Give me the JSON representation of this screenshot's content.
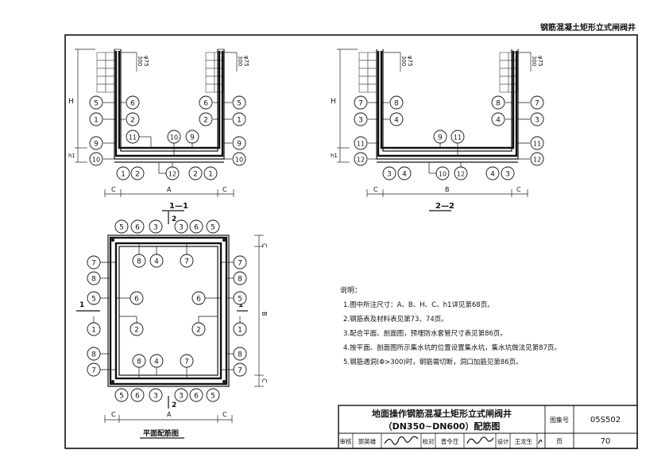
{
  "header": {
    "top_title": "钢筋混凝土矩形立式闸阀井"
  },
  "section_1": {
    "label": "1—1",
    "dims": {
      "height": "H",
      "base": "h1",
      "width_a": "A",
      "side_c": "C",
      "pipe_300": "300",
      "pipe_phi75": "φ75"
    },
    "callouts_left": [
      "5",
      "1",
      "9",
      "10"
    ],
    "callouts_inner_left": [
      "6",
      "2"
    ],
    "callouts_inner_right": [
      "6",
      "2"
    ],
    "callouts_right": [
      "5",
      "1",
      "9",
      "10"
    ],
    "callouts_top": [
      "11",
      "10",
      "9"
    ],
    "callouts_bottom": [
      "1",
      "2",
      "12",
      "2",
      "1"
    ]
  },
  "section_2": {
    "label": "2—2",
    "dims": {
      "height": "H",
      "base": "h1",
      "width_b": "B",
      "side_c": "C",
      "pipe_300": "300",
      "pipe_phi75": "φ75"
    },
    "callouts_left": [
      "7",
      "3",
      "11",
      "12"
    ],
    "callouts_inner_left": [
      "8",
      "4"
    ],
    "callouts_inner_right": [
      "8",
      "4"
    ],
    "callouts_right": [
      "7",
      "3",
      "11",
      "12"
    ],
    "callouts_top": [
      "9",
      "11"
    ],
    "callouts_bottom": [
      "3",
      "4",
      "10",
      "12",
      "4",
      "3"
    ]
  },
  "plan": {
    "label": "平面配筋图",
    "cut_1": "1",
    "cut_2": "2",
    "dims": {
      "width_a": "A",
      "side_c": "C",
      "depth_b": "B"
    },
    "top_row": [
      "5",
      "6",
      "3",
      "3",
      "6",
      "5"
    ],
    "bottom_row": [
      "5",
      "6",
      "3",
      "3",
      "6",
      "5"
    ],
    "inner_top": [
      "8",
      "4",
      "7"
    ],
    "inner_bottom": [
      "8",
      "4",
      "7"
    ],
    "left_col": [
      "7",
      "8",
      "5",
      "1",
      "8",
      "7"
    ],
    "right_col": [
      "7",
      "8",
      "5",
      "1",
      "8",
      "7"
    ],
    "mid_left": [
      "6",
      "2"
    ],
    "mid_right": [
      "6",
      "2"
    ]
  },
  "notes": {
    "heading": "说明：",
    "items": [
      "1.图中所注尺寸：A、B、H、C、h1详见第68页。",
      "2.钢筋表及材料表见第73、74页。",
      "3.配合平面、剖面图，预埋防水套管尺寸表见第86页。",
      "4.按平面、剖面图所示集水坑的位置设置集水坑，集水坑做法见第87页。",
      "5.钢筋遇洞(Φ>300)时，钢筋需切断，洞口加筋见第86页。"
    ]
  },
  "title_block": {
    "title_line1": "地面操作钢筋混凝土矩形立式闸阀井",
    "title_line2": "（DN350~DN600）配筋图",
    "atlas_label": "图集号",
    "atlas_no": "05S502",
    "page_label": "页",
    "page_no": "70",
    "review_label": "审核",
    "review_name": "郭英雄",
    "check_label": "校对",
    "check_name": "曾令茳",
    "design_label": "设计",
    "design_name": "王龙生"
  }
}
